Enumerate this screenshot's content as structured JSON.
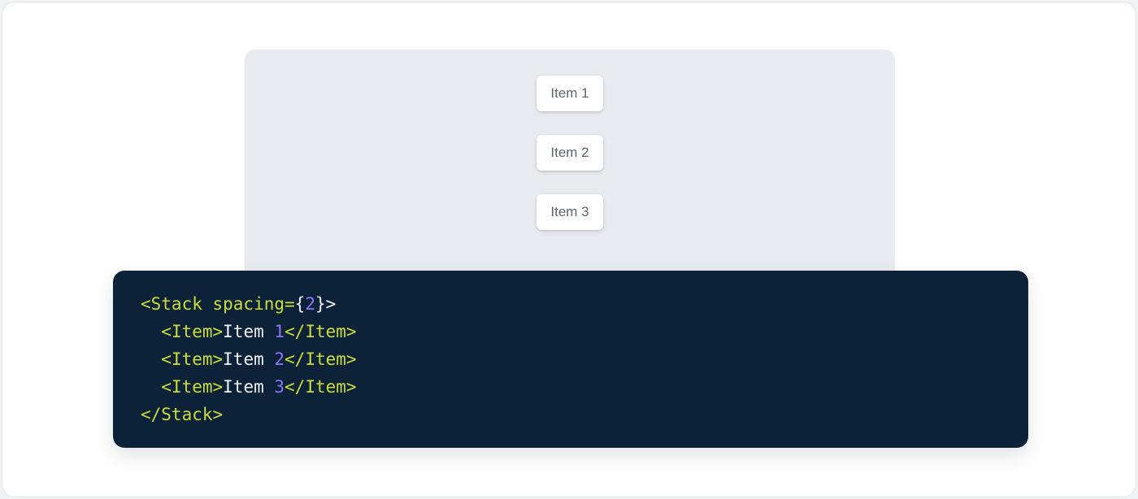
{
  "colors": {
    "page-bg": "#f1f2f4",
    "card-bg": "#ffffff",
    "card-border": "#e4e6e9",
    "panel-bg": "#e7eaee",
    "item-bg": "#ffffff",
    "item-text": "#5c6570",
    "code-bg": "#0b2239",
    "code-tag": "#cddc39",
    "code-num": "#8b78f6",
    "code-plain": "#f2f4f8"
  },
  "demo": {
    "items": [
      {
        "label": "Item 1"
      },
      {
        "label": "Item 2"
      },
      {
        "label": "Item 3"
      }
    ]
  },
  "code": {
    "lines": [
      [
        {
          "t": "<Stack spacing=",
          "c": "tag"
        },
        {
          "t": "{",
          "c": "plain"
        },
        {
          "t": "2",
          "c": "num"
        },
        {
          "t": "}>",
          "c": "plain"
        }
      ],
      [
        {
          "t": "  ",
          "c": "plain"
        },
        {
          "t": "<Item>",
          "c": "tag"
        },
        {
          "t": "Item ",
          "c": "plain"
        },
        {
          "t": "1",
          "c": "num"
        },
        {
          "t": "</Item>",
          "c": "tag"
        }
      ],
      [
        {
          "t": "  ",
          "c": "plain"
        },
        {
          "t": "<Item>",
          "c": "tag"
        },
        {
          "t": "Item ",
          "c": "plain"
        },
        {
          "t": "2",
          "c": "num"
        },
        {
          "t": "</Item>",
          "c": "tag"
        }
      ],
      [
        {
          "t": "  ",
          "c": "plain"
        },
        {
          "t": "<Item>",
          "c": "tag"
        },
        {
          "t": "Item ",
          "c": "plain"
        },
        {
          "t": "3",
          "c": "num"
        },
        {
          "t": "</Item>",
          "c": "tag"
        }
      ],
      [
        {
          "t": "</Stack>",
          "c": "tag"
        }
      ]
    ]
  }
}
